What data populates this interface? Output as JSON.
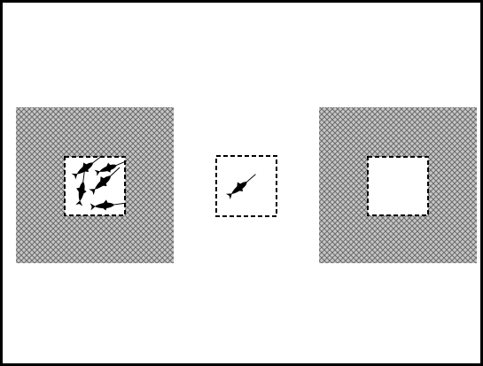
{
  "diagram": {
    "panels": [
      {
        "id": "left",
        "surround": "crosshatch",
        "window": "dashed-square",
        "fish_count": 5
      },
      {
        "id": "middle",
        "surround": "none",
        "window": "dashed-square",
        "fish_count": 1
      },
      {
        "id": "right",
        "surround": "crosshatch",
        "window": "dashed-square",
        "fish_count": 0
      }
    ],
    "colors": {
      "background": "#ffffff",
      "frame": "#000000",
      "hatch_fill": "#c8c8c8",
      "hatch_line": "#6e6e6e",
      "fish": "#000000",
      "window_border": "#000000"
    },
    "icons": {
      "fish": "fish-icon"
    }
  }
}
